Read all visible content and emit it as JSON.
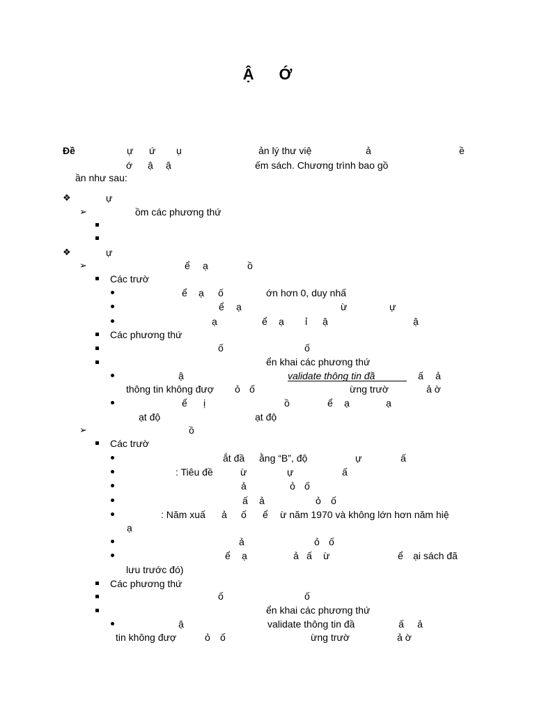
{
  "document": {
    "title_part1": "Ậ",
    "title_part2": "Ớ",
    "intro": {
      "line1": [
        "Đề",
        "ự",
        "ứ",
        "ụ",
        "ản lý thư việ",
        "ả",
        "ề"
      ],
      "line2": [
        "ớ",
        "ậ",
        "ậ",
        "ếm sách. Chương trình bao gồ"
      ],
      "line3": "ần như sau:"
    },
    "section1": {
      "heading": "ự",
      "class_item": "ồm các phương thứ"
    },
    "section2": {
      "heading": "ự",
      "class1": {
        "heading": [
          "ể",
          "ạ",
          "ồ"
        ],
        "fields_label": "Các trườ",
        "field1": [
          "ể",
          "ạ",
          "ố",
          "ớn hơn 0, duy nhấ"
        ],
        "field2": [
          "ể",
          "ạ",
          "ừ",
          "ự"
        ],
        "field3": [
          "ạ",
          "ể",
          "ạ",
          "ỉ",
          "ậ",
          "ậ"
        ],
        "methods_label": "Các phương thứ",
        "method1": [
          "ố",
          "ố"
        ],
        "method2": "ển khai các phương thứ",
        "impl1_line1": [
          "ậ",
          "validate thông tin đầ",
          "ấ",
          "ả"
        ],
        "impl1_line2": [
          "thông tin không đượ",
          "ỏ",
          "ố",
          "ừng trườ",
          "ả ờ"
        ],
        "impl2_line1": [
          "ể",
          "ị",
          "ồ",
          "ể",
          "ạ",
          "ạ"
        ],
        "impl2_line2": [
          "ạt độ",
          "ạt độ"
        ]
      },
      "class2": {
        "heading": "ồ",
        "fields_label": "Các trườ",
        "field1": [
          "ắt đầ",
          "ằng “B”, độ",
          "ự",
          "ấ"
        ],
        "field2": [
          ": Tiêu đề",
          "ừ",
          "ự",
          "ấ"
        ],
        "field3": [
          "ả",
          "ỏ",
          "ố"
        ],
        "field4": [
          "ấ",
          "ả",
          "ỏ",
          "ố"
        ],
        "field5_line1": [
          ": Năm xuấ",
          "ả",
          "ố",
          "ể",
          "ừ năm 1970 và không lớn hơn năm hiệ"
        ],
        "field5_line2": "ạ",
        "field6": [
          "ả",
          "ỏ",
          "ố"
        ],
        "field7_line1": [
          "ể",
          "ạ",
          "ả",
          "ấ",
          "ừ",
          "ể",
          "ại sách đã"
        ],
        "field7_line2": "lưu trước đó)",
        "methods_label": "Các phương thứ",
        "method1": [
          "ố",
          "ố"
        ],
        "method2": "ển khai các phương thứ",
        "impl1_line1": [
          "ậ",
          "validate thông tin đầ",
          "ấ",
          "ả"
        ],
        "impl1_line2": [
          "tin không đượ",
          "ỏ",
          "ố",
          "ừng trườ",
          "ả ờ"
        ]
      }
    }
  }
}
